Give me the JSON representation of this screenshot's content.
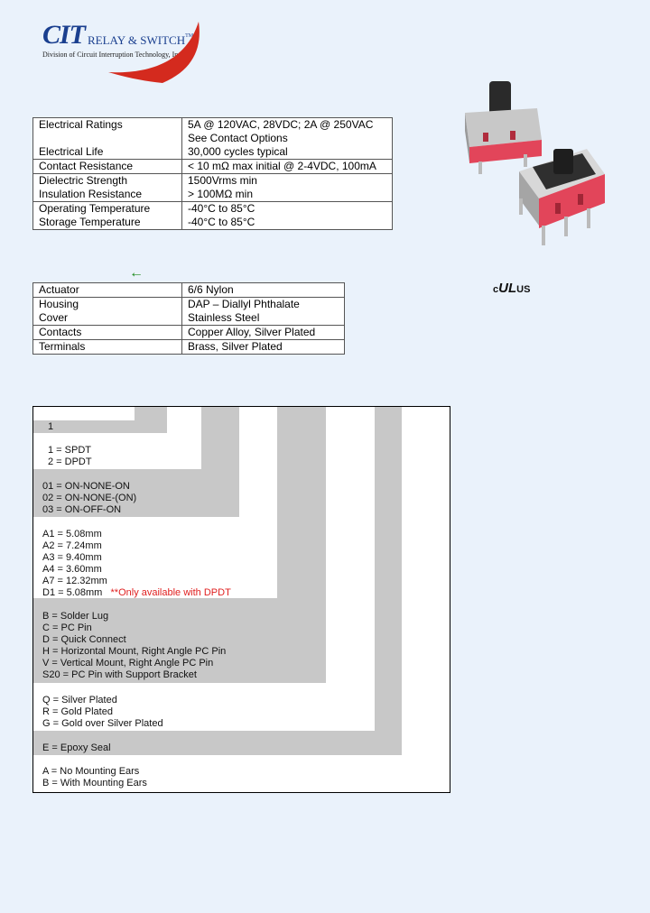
{
  "logo": {
    "brand": "CIT",
    "subbrand": "RELAY & SWITCH",
    "tm": "TM",
    "division": "Division of Circuit Interruption Technology, Inc."
  },
  "electrical_table": [
    {
      "label": "Electrical Ratings",
      "value": "5A @ 120VAC, 28VDC; 2A @ 250VAC"
    },
    {
      "label": "",
      "value": "See Contact Options"
    },
    {
      "label": "Electrical Life",
      "value": "30,000 cycles typical"
    },
    {
      "label": "Contact Resistance",
      "value": "< 10 mΩ max initial @ 2-4VDC, 100mA"
    },
    {
      "label": "Dielectric Strength",
      "value": "1500Vrms min"
    },
    {
      "label": "Insulation Resistance",
      "value": "> 100MΩ min"
    },
    {
      "label": "Operating Temperature",
      "value": "-40°C  to  85°C"
    },
    {
      "label": "Storage Temperature",
      "value": "-40°C  to  85°C"
    }
  ],
  "arrow_glyph": "←",
  "materials_table": [
    {
      "label": "Actuator",
      "value": "6/6 Nylon"
    },
    {
      "label": "Housing",
      "value": "DAP – Diallyl Phthalate"
    },
    {
      "label": "Cover",
      "value": "Stainless Steel"
    },
    {
      "label": "Contacts",
      "value": "Copper Alloy, Silver Plated"
    },
    {
      "label": "Terminals",
      "value": "Brass, Silver Plated"
    }
  ],
  "ul_mark": {
    "c": "c",
    "ul": "UL",
    "us": "US"
  },
  "ordering": {
    "series": "1",
    "poles": [
      "1 = SPDT",
      "2 = DPDT"
    ],
    "circuit": [
      "01 = ON-NONE-ON",
      "02 = ON-NONE-(ON)",
      "03 = ON-OFF-ON"
    ],
    "actuator": [
      "A1 = 5.08mm",
      "A2 = 7.24mm",
      "A3 = 9.40mm",
      "A4 = 3.60mm",
      "A7 = 12.32mm",
      "D1 = 5.08mm"
    ],
    "actuator_note": "**Only available with DPDT",
    "terminals": [
      "B = Solder Lug",
      "C = PC Pin",
      "D = Quick Connect",
      "H = Horizontal Mount, Right Angle PC Pin",
      "V = Vertical Mount, Right Angle PC Pin",
      "S20  = PC Pin with Support Bracket"
    ],
    "plating": [
      "Q = Silver Plated",
      "R = Gold Plated",
      "G = Gold over Silver Plated"
    ],
    "seal": "E = Epoxy Seal",
    "mounting": [
      "A = No Mounting Ears",
      "B = With Mounting Ears"
    ]
  },
  "colors": {
    "background": "#eaf2fb",
    "brand_blue": "#1a3f8f",
    "brand_red": "#d42a1e",
    "band_gray": "#c8c8c8",
    "note_red": "#e02020",
    "arrow_green": "#1a8a1a"
  }
}
